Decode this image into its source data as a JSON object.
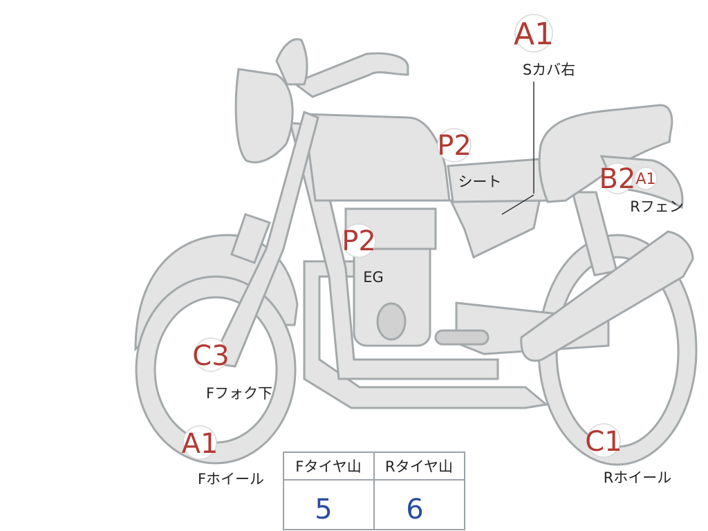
{
  "parts": {
    "side_cover_right": {
      "grade": "A1",
      "label": "Sカバ右"
    },
    "seat": {
      "grade": "P2",
      "label": "シート"
    },
    "rear_fender": {
      "grade": "B2",
      "sub_grade": "A1",
      "label": "Rフェン"
    },
    "engine": {
      "grade": "P2",
      "label": "EG"
    },
    "front_fork_lower": {
      "grade": "C3",
      "label": "Fフォク下"
    },
    "front_wheel": {
      "grade": "A1",
      "label": "Fホイール"
    },
    "rear_wheel": {
      "grade": "C1",
      "label": "Rホイール"
    }
  },
  "tire_table": {
    "front_header": "Fタイヤ山",
    "rear_header": "Rタイヤ山",
    "front_value": "5",
    "rear_value": "6"
  },
  "colors": {
    "body_fill": "#e3e4e3",
    "outline": "#a3a8ab",
    "grade_text": "#b23a33",
    "value_text": "#2a4ca0"
  }
}
